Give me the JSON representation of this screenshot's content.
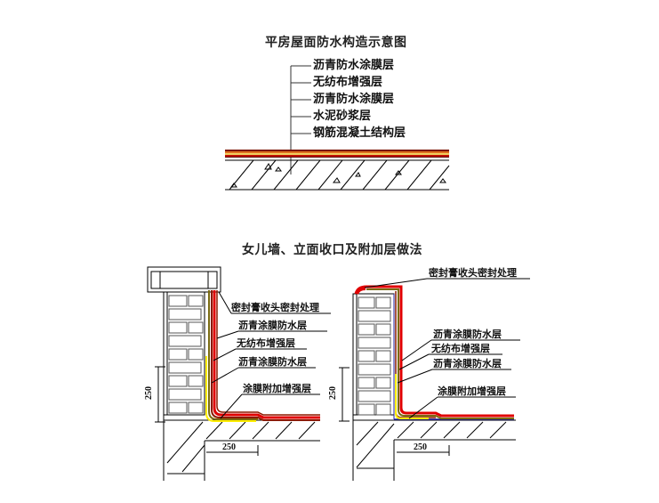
{
  "diagram1": {
    "title": "平房屋面防水构造示意图",
    "layers": [
      "沥青防水涂膜层",
      "无纺布增强层",
      "沥青防水涂膜层",
      "水泥砂浆层",
      "钢筋混凝土结构层"
    ]
  },
  "diagram2": {
    "title": "女儿墙、立面收口及附加层做法",
    "left": {
      "labels": [
        "密封膏收头密封处理",
        "沥青涂膜防水层",
        "无纺布增强层",
        "沥青涂膜防水层",
        "涂膜附加增强层"
      ],
      "dim_vertical": "250",
      "dim_horizontal": "250"
    },
    "right": {
      "labels": [
        "密封膏收头密封处理",
        "沥青涂膜防水层",
        "无纺布增强层",
        "沥青涂膜防水层",
        "涂膜附加增强层"
      ],
      "dim_vertical": "250",
      "dim_horizontal": "250"
    }
  },
  "colors": {
    "membrane_dark": "#8b1a00",
    "membrane_red": "#e00000",
    "fabric_olive": "#7a6a10",
    "additional_yellow": "#ffee00",
    "base_blue": "#2020a0",
    "line": "#000000"
  }
}
